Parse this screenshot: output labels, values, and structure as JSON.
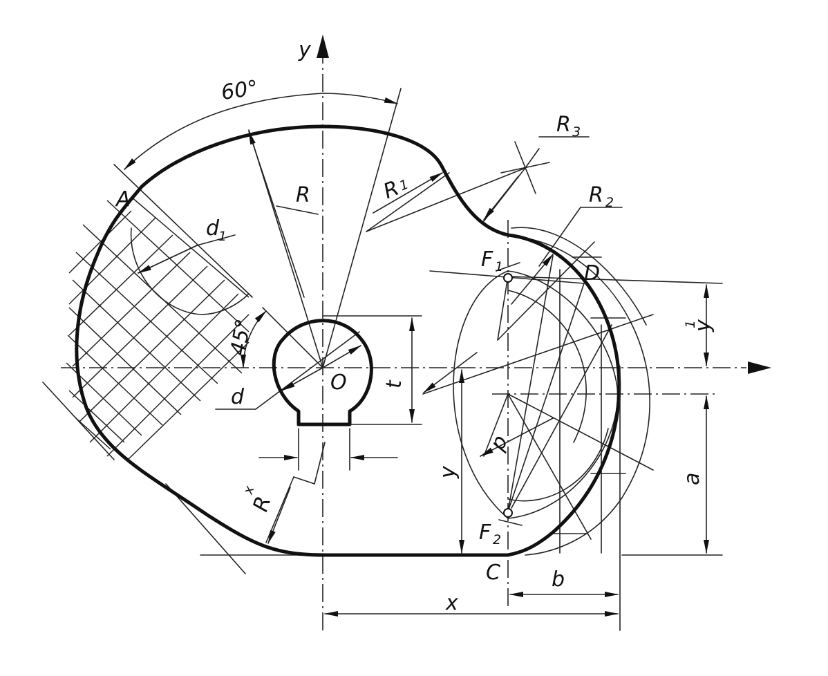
{
  "labels": {
    "axis_y": "y",
    "angle_60": "60°",
    "R3": "R",
    "R3_sub": "3",
    "R2": "R",
    "R2_sub": "2",
    "R1": "R",
    "R1_sub": "1",
    "R": "R",
    "A": "A",
    "d1": "d",
    "d1_sub": "1",
    "angle_45": "45°",
    "O": "O",
    "d": "d",
    "t": "t",
    "Rx": "R",
    "Rx_sub": "x",
    "F1": "F",
    "F1_sub": "1",
    "D": "D",
    "y1": "y",
    "y1_sub": "1",
    "p": "p",
    "y": "y",
    "a": "a",
    "F2": "F",
    "F2_sub": "2",
    "C": "C",
    "b": "b",
    "x": "x"
  }
}
